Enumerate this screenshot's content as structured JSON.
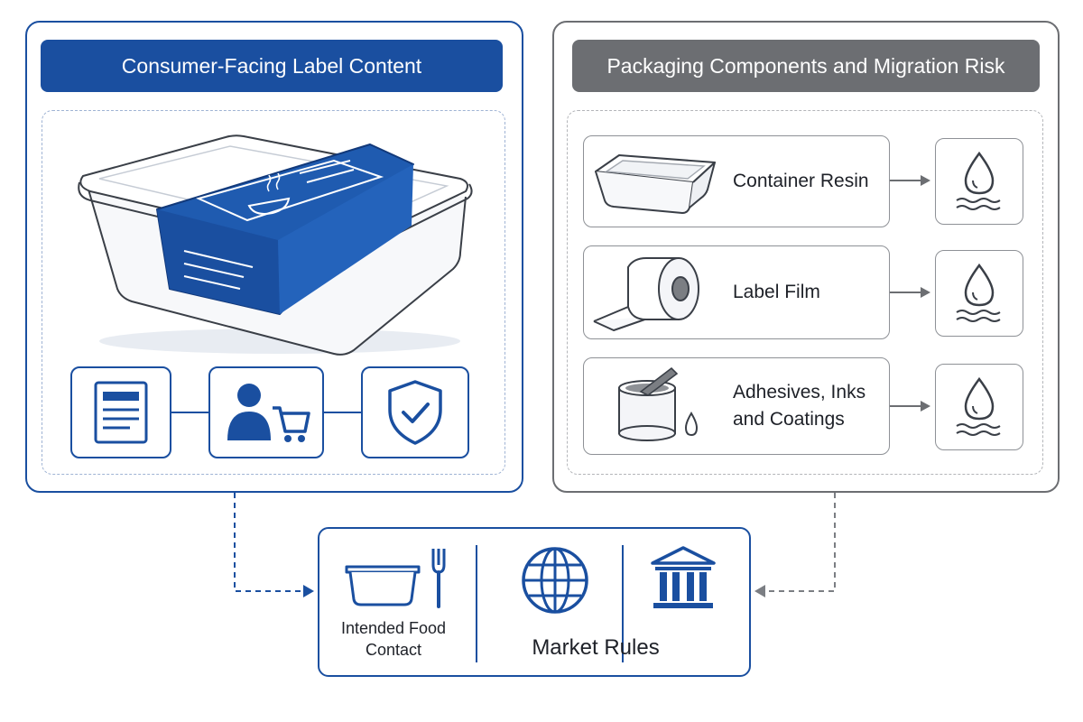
{
  "left_panel": {
    "title": "Consumer-Facing Label Content",
    "icons": [
      "document-icon",
      "consumer-cart-icon",
      "shield-check-icon"
    ]
  },
  "right_panel": {
    "title": "Packaging Components and Migration Risk",
    "components": [
      {
        "label": "Container Resin",
        "icon": "tray-icon"
      },
      {
        "label": "Label Film",
        "icon": "film-roll-icon"
      },
      {
        "label": "Adhesives, Inks and Coatings",
        "icon": "paint-can-icon"
      }
    ],
    "risk_icon": "migration-drop-icon"
  },
  "bottom": {
    "food_contact_label": "Intended Food Contact",
    "market_rules_label": "Market Rules"
  },
  "colors": {
    "blue": "#1a4fa0",
    "gray": "#6c6e72"
  }
}
